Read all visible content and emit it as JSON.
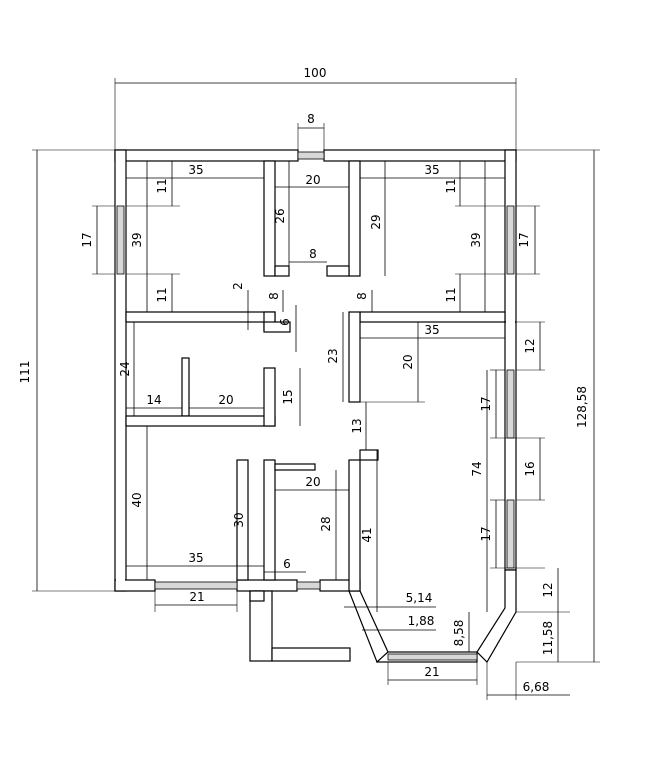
{
  "dimensions": {
    "overall_width": "100",
    "overall_height_left": "111",
    "overall_height_right": "128,58",
    "top_window": "8",
    "tl_width": "35",
    "tl_top_wall": "11",
    "tl_left_window": "17",
    "tl_height": "39",
    "tl_bottom_wall": "11",
    "corridor_width": "20",
    "corridor_height": "26",
    "corridor_gap": "8",
    "tr_width": "35",
    "tr_top_wall": "11",
    "tr_height_left": "29",
    "tr_height": "39",
    "tr_right_window": "17",
    "tr_bottom_wall": "11",
    "niche_2": "2",
    "niche_8_left": "8",
    "niche_6": "6",
    "niche_8_right": "8",
    "bath_height": "24",
    "bath_14": "14",
    "bath_20": "20",
    "closet_15": "15",
    "hall_wall_23": "23",
    "hall_20": "20",
    "lr_width": "35",
    "lr_top_12": "12",
    "lr_17_top": "17",
    "lr_16": "16",
    "lr_74": "74",
    "lr_17_bottom": "17",
    "lr_12_bottom": "12",
    "gap_13": "13",
    "bl_height": "40",
    "bl_30": "30",
    "bl_width": "35",
    "bl_6": "6",
    "mid_20": "20",
    "mid_28": "28",
    "wall_41": "41",
    "bottom_window_21": "21",
    "bay_514": "5,14",
    "bay_188": "1,88",
    "bay_858": "8,58",
    "bay_window_21": "21",
    "bay_1158": "11,58",
    "bay_668": "6,68"
  }
}
